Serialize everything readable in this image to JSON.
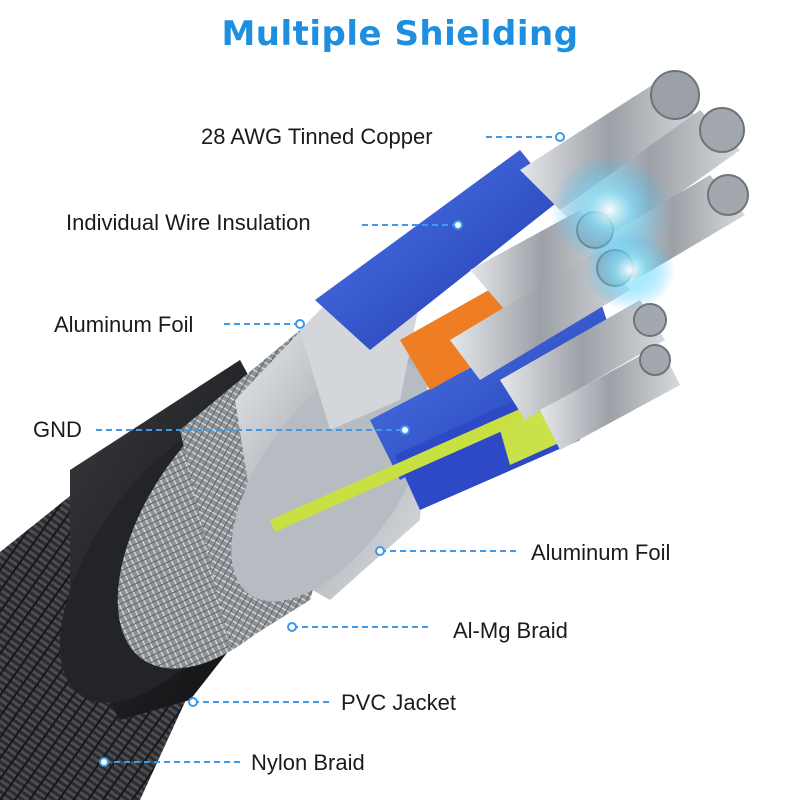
{
  "title": "Multiple Shielding",
  "colors": {
    "title": "#1e8fe0",
    "leader_line": "#3d9ae8",
    "jacket": "#1f1f21",
    "braid": "#9ea3a8",
    "foil": "#c9cdd2",
    "insulation_blue": "#2f55d8",
    "wire_orange": "#ef7d23",
    "wire_yellow_green": "#c8e042",
    "copper": "#c2c6cb"
  },
  "labels": {
    "copper": "28 AWG Tinned Copper",
    "insulation": "Individual Wire Insulation",
    "foil_outer": "Aluminum Foil",
    "gnd": "GND",
    "foil_inner": "Aluminum Foil",
    "braid": "Al-Mg Braid",
    "jacket": "PVC Jacket",
    "nylon": "Nylon Braid"
  }
}
